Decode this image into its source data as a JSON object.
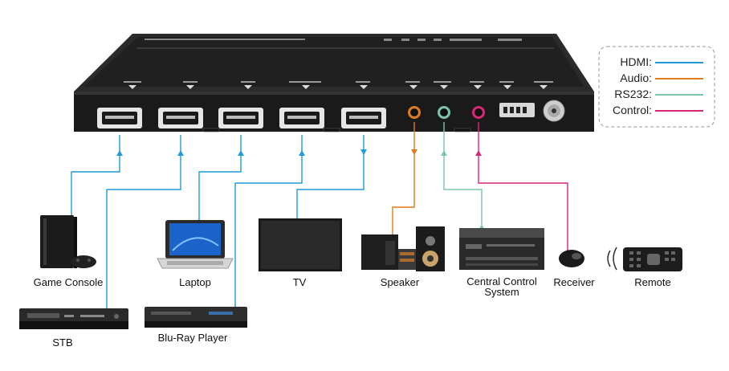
{
  "legend": {
    "hdmi": {
      "label": "HDMI:",
      "color": "#1f9bd7"
    },
    "audio": {
      "label": "Audio:",
      "color": "#e07b1a"
    },
    "rs232": {
      "label": "RS232:",
      "color": "#7cc5a8"
    },
    "control": {
      "label": "Control:",
      "color": "#d9267a"
    }
  },
  "devices": {
    "game_console": "Game Console",
    "stb": "STB",
    "laptop": "Laptop",
    "bluray": "Blu-Ray Player",
    "tv": "TV",
    "speaker": "Speaker",
    "central_control_line1": "Central Control",
    "central_control_line2": "System",
    "receiver": "Receiver",
    "remote": "Remote"
  },
  "device_icons": {
    "game_console": "game-console-icon",
    "stb": "set-top-box-icon",
    "laptop": "laptop-icon",
    "bluray": "bluray-player-icon",
    "tv": "tv-icon",
    "speaker": "speaker-icon",
    "central_control": "control-system-icon",
    "receiver": "ir-receiver-icon",
    "remote": "remote-control-icon"
  }
}
